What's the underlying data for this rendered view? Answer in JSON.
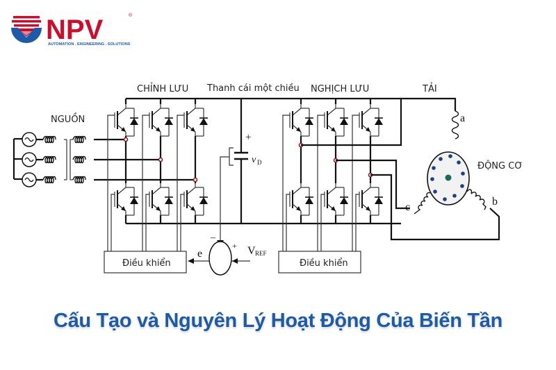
{
  "brand": {
    "name": "NPV",
    "registered": "®",
    "tagline": "AUTOMATION . ENGINEERING . SOLUTIONS",
    "colors": {
      "red": "#c8102e",
      "blue": "#1d5aa8"
    }
  },
  "diagram": {
    "source_label": "NGUỒN",
    "rectifier_label": "CHỈNH LƯU",
    "dc_bus_label": "Thanh cái một chiều",
    "inverter_label": "NGHỊCH LƯU",
    "load_label": "TẢI",
    "motor_label": "ĐỘNG CƠ",
    "phase_labels": [
      "a",
      "b",
      "c"
    ],
    "cap_plus": "+",
    "cap_voltage": "v",
    "cap_voltage_sub": "D",
    "sum_minus": "–",
    "sum_plus": "+",
    "error_label": "e",
    "vref_label": "V",
    "vref_sub": "REF",
    "controller_left": "Điều khiển",
    "controller_right": "Điều khiển"
  },
  "title": "Cấu Tạo và Nguyên Lý Hoạt Động Của Biến Tần"
}
